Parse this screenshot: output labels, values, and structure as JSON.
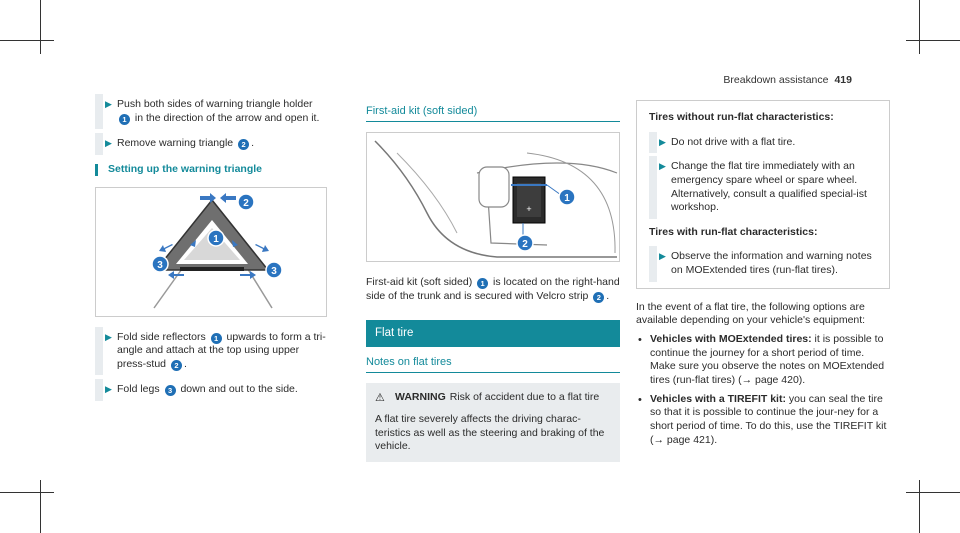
{
  "header": {
    "section": "Breakdown assistance",
    "page": "419"
  },
  "col1": {
    "step1_a": "Push both sides of warning triangle holder ",
    "step1_b": " in the direction of the arrow and open it.",
    "step2_a": "Remove warning triangle ",
    "step2_b": ".",
    "heading": "Setting up the warning triangle",
    "step3_a": "Fold side reflectors ",
    "step3_b": " upwards to form a tri-angle and attach at the top using upper press-stud ",
    "step3_c": ".",
    "step4_a": "Fold legs ",
    "step4_b": " down and out to the side."
  },
  "col2": {
    "heading": "First-aid kit (soft sided)",
    "para_a": "First-aid kit (soft sided) ",
    "para_b": " is located on the right-hand side of the trunk and is secured with Velcro strip ",
    "para_c": ".",
    "band": "Flat tire",
    "subheading": "Notes on flat tires",
    "warn_label": "WARNING",
    "warn_title": "Risk of accident due to a flat tire",
    "warn_body": "A flat tire severely affects the driving charac-teristics as well as the steering and braking of the vehicle."
  },
  "col3": {
    "heading1": "Tires without run-flat characteristics:",
    "step1": "Do not drive with a flat tire.",
    "step2": "Change the flat tire immediately with an emergency spare wheel or spare wheel. Alternatively, consult a qualified special-ist workshop.",
    "heading2": "Tires with run-flat characteristics:",
    "step3": "Observe the information and warning notes on MOExtended tires (run-flat tires).",
    "para": "In the event of a flat tire, the following options are available depending on your vehicle's equipment:",
    "bullet1_label": "Vehicles with MOExtended tires:",
    "bullet1_text": " it is possible to continue the journey for a short period of time. Make sure you observe the notes on MOExtended tires (run-flat tires) (→ page 420).",
    "bullet2_label": "Vehicles with a TIREFIT kit:",
    "bullet2_text": " you can seal the tire so that it is possible to continue the jour-ney for a short period of time. To do this, use the TIREFIT kit (→ page 421)."
  },
  "badges": {
    "b1": "1",
    "b2": "2",
    "b3": "3"
  },
  "colors": {
    "accent": "#138a9a",
    "badge": "#1f6fb5",
    "figure_blue": "#3a78c2"
  }
}
